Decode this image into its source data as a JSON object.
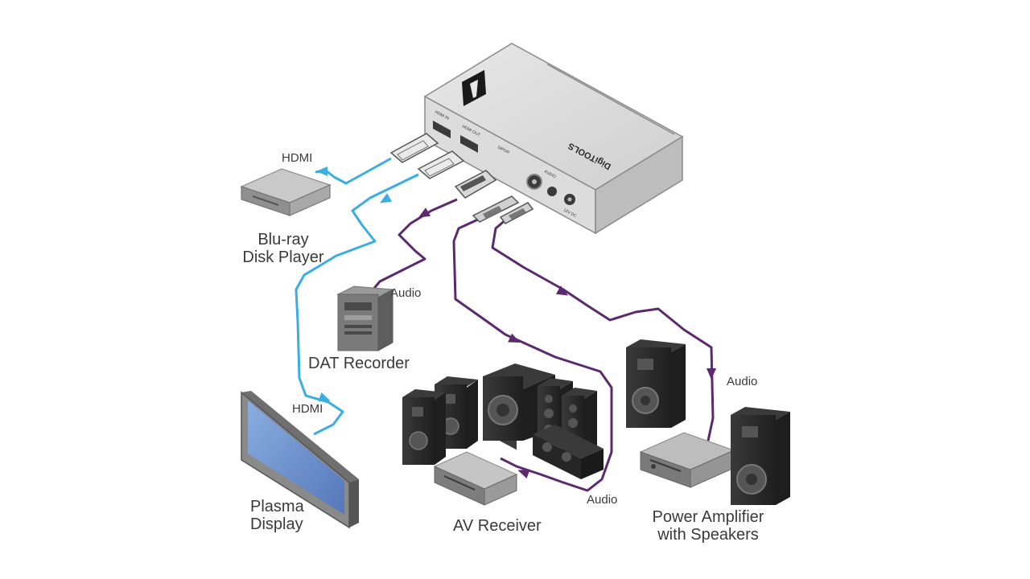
{
  "colors": {
    "hdmi_cable": "#3aaee0",
    "audio_cable": "#5b2a6e",
    "device_light": "#d9d9d9",
    "device_mid": "#a9a9a9",
    "device_dark": "#555555",
    "speaker_dark": "#2b2b2b",
    "screen_blue": "#6a8fcf",
    "label_text": "#3a3a3a"
  },
  "central_device": {
    "brand_text": "DigiTOOLS",
    "port_labels": [
      "HDMI IN",
      "HDMI OUT",
      "S/PDIF",
      "AUDIO",
      "12V DC"
    ]
  },
  "devices": {
    "bluray": {
      "label_line1": "Blu-ray",
      "label_line2": "Disk Player"
    },
    "dat": {
      "label": "DAT Recorder"
    },
    "plasma": {
      "label_line1": "Plasma",
      "label_line2": "Display"
    },
    "av_receiver": {
      "label": "AV Receiver"
    },
    "power_amp": {
      "label_line1": "Power Amplifier",
      "label_line2": "with Speakers"
    }
  },
  "cable_labels": {
    "hdmi_in": "HDMI",
    "hdmi_out": "HDMI",
    "audio_dat": "Audio",
    "audio_receiver": "Audio",
    "audio_amp": "Audio"
  },
  "icons": {
    "hdmi_plug": "hdmi-plug-icon",
    "spdif_plug": "spdif-plug-icon",
    "rca_plug": "rca-plug-icon",
    "flow_arrow": "flow-arrow-icon"
  }
}
